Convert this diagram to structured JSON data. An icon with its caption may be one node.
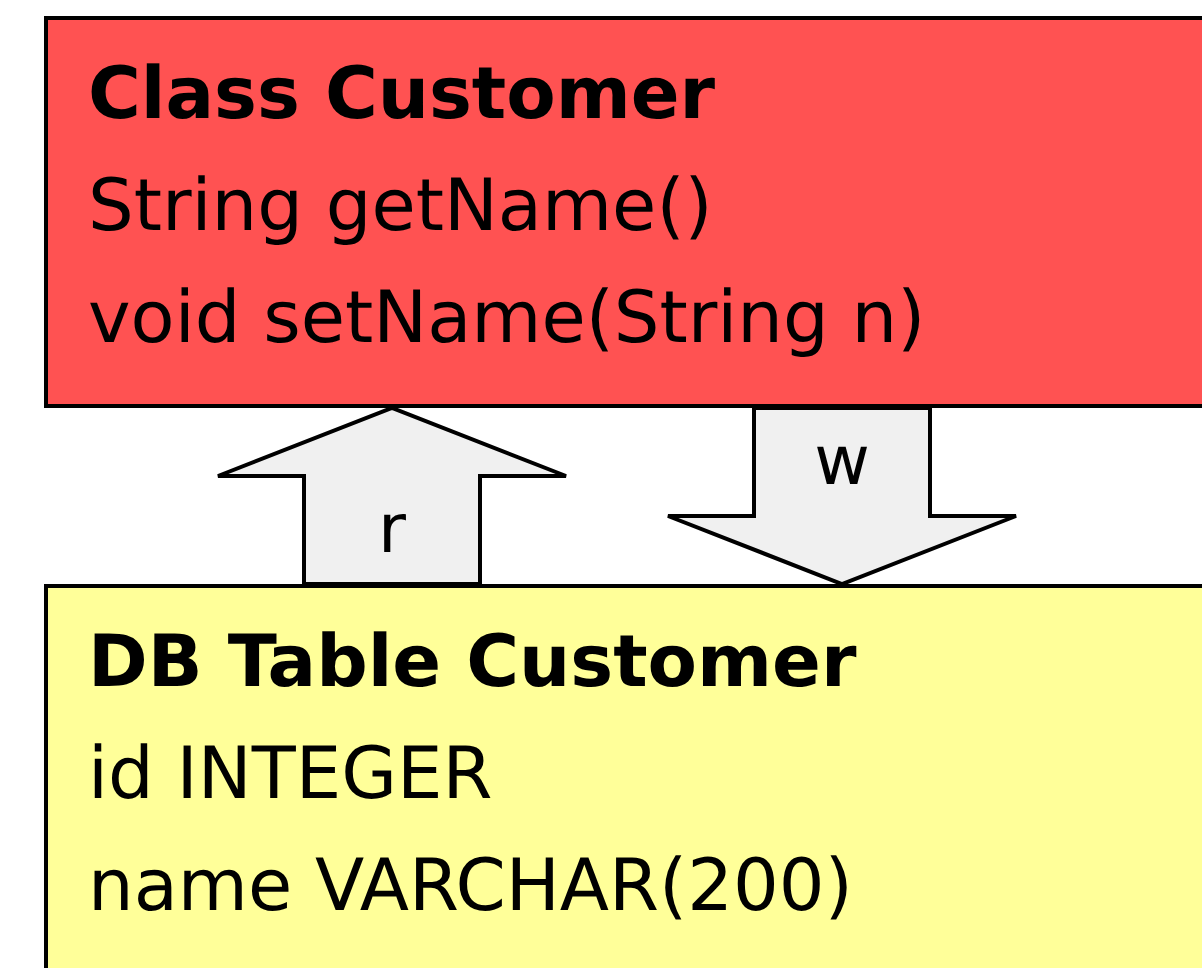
{
  "diagram": {
    "nodes": [
      {
        "text": [
          "Class Customer",
          "String getName()",
          "void setName(String n)"
        ]
      },
      {
        "text": [
          "DB Table Customer",
          "id INTEGER",
          "name VARCHAR(200)"
        ]
      }
    ],
    "edges": [
      {
        "from": 1,
        "to": 0,
        "arrow": "to",
        "label": "r"
      },
      {
        "from": 0,
        "to": 1,
        "arrow": "to",
        "label": "w"
      }
    ]
  }
}
